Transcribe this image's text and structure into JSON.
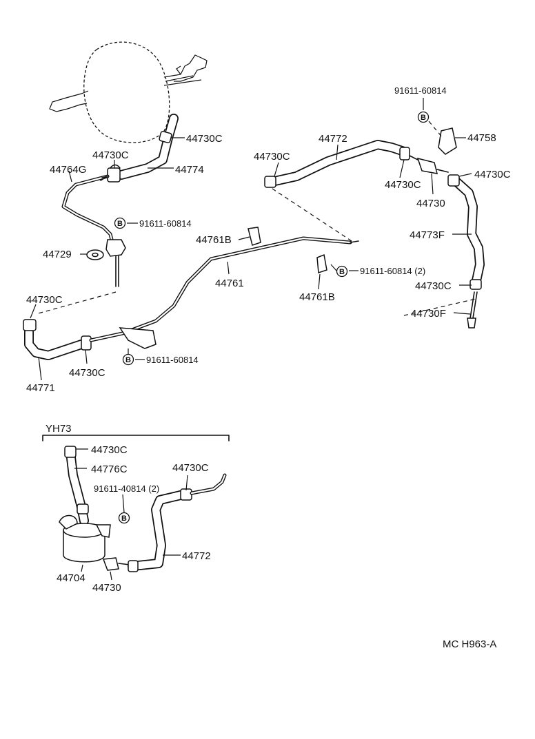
{
  "labels": {
    "l1": "44730C",
    "l2": "44730C",
    "l3": "44774",
    "l4": "44764G",
    "l5": "91611-60814",
    "l6": "44729",
    "l7": "44730C",
    "l8": "44771",
    "l9": "44730C",
    "l10": "91611-60814",
    "l11": "44761B",
    "l12": "44761",
    "l13": "44761B",
    "l14": "91611-60814 (2)",
    "l15": "91611-60814",
    "l16": "44758",
    "l17": "44772",
    "l18": "44730C",
    "l19": "44730C",
    "l20": "44730C",
    "l21": "44730",
    "l22": "44773F",
    "l23": "44730C",
    "l24": "44730F",
    "l25": "YH73",
    "l26": "44730C",
    "l27": "44776C",
    "l28": "91611-40814 (2)",
    "l29": "44730C",
    "l30": "44772",
    "l31": "44704",
    "l32": "44730",
    "code": "MC H963-A"
  },
  "bolt_mark": "B"
}
